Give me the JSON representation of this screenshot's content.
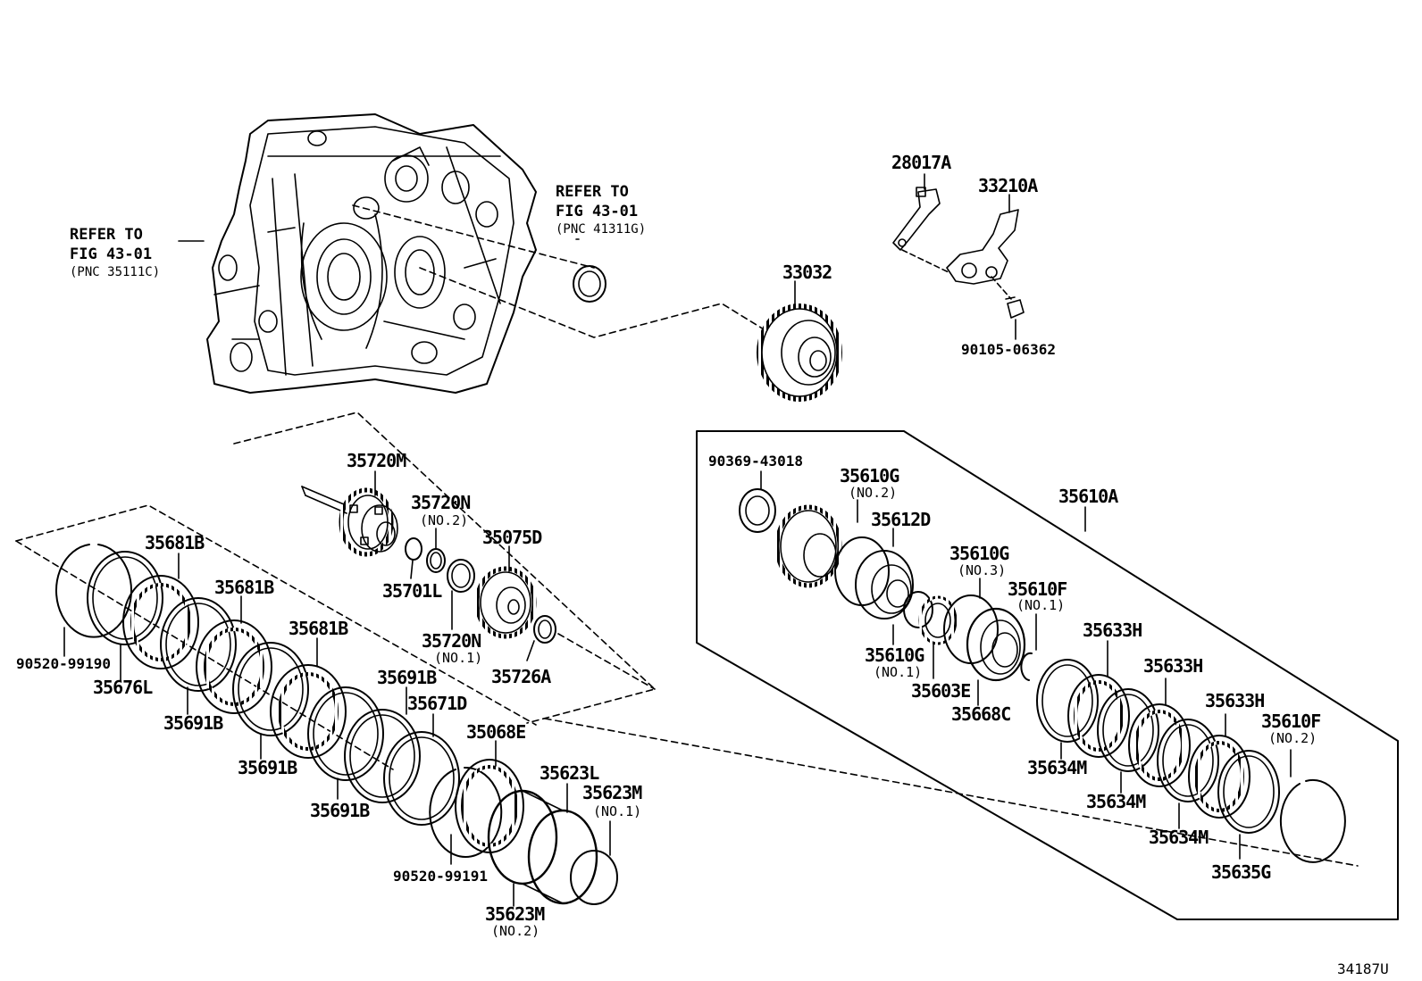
{
  "references": {
    "left": {
      "line1": "REFER TO",
      "line2": "FIG 43-01",
      "line3": "(PNC 35111C)"
    },
    "right": {
      "line1": "REFER TO",
      "line2": "FIG 43-01",
      "line3": "(PNC 41311G)"
    }
  },
  "parts": {
    "p28017A": "28017A",
    "p33210A": "33210A",
    "p90105": "90105-06362",
    "p33032": "33032",
    "p35720M": "35720M",
    "p35720N_no2": "35720N",
    "p35720N_no2_sub": "(NO.2)",
    "p35075D": "35075D",
    "p35701L": "35701L",
    "p35720N_no1": "35720N",
    "p35720N_no1_sub": "(NO.1)",
    "p35726A": "35726A",
    "p35681B_1": "35681B",
    "p35681B_2": "35681B",
    "p35681B_3": "35681B",
    "p90520_99190": "90520-99190",
    "p35676L": "35676L",
    "p35691B_1": "35691B",
    "p35691B_2": "35691B",
    "p35691B_3": "35691B",
    "p35691B_4": "35691B",
    "p35671D": "35671D",
    "p35068E": "35068E",
    "p35623L": "35623L",
    "p35623M_no1": "35623M",
    "p35623M_no1_sub": "(NO.1)",
    "p90520_99191": "90520-99191",
    "p35623M_no2": "35623M",
    "p35623M_no2_sub": "(NO.2)",
    "p90369": "90369-43018",
    "p35610G_no2": "35610G",
    "p35610G_no2_sub": "(NO.2)",
    "p35612D": "35612D",
    "p35610A": "35610A",
    "p35610G_no3": "35610G",
    "p35610G_no3_sub": "(NO.3)",
    "p35610F_no1": "35610F",
    "p35610F_no1_sub": "(NO.1)",
    "p35610G_no1": "35610G",
    "p35610G_no1_sub": "(NO.1)",
    "p35603E": "35603E",
    "p35668C": "35668C",
    "p35633H_1": "35633H",
    "p35633H_2": "35633H",
    "p35633H_3": "35633H",
    "p35610F_no2": "35610F",
    "p35610F_no2_sub": "(NO.2)",
    "p35634M_1": "35634M",
    "p35634M_2": "35634M",
    "p35634M_3": "35634M",
    "p35635G": "35635G"
  },
  "figure_id": "34187U"
}
